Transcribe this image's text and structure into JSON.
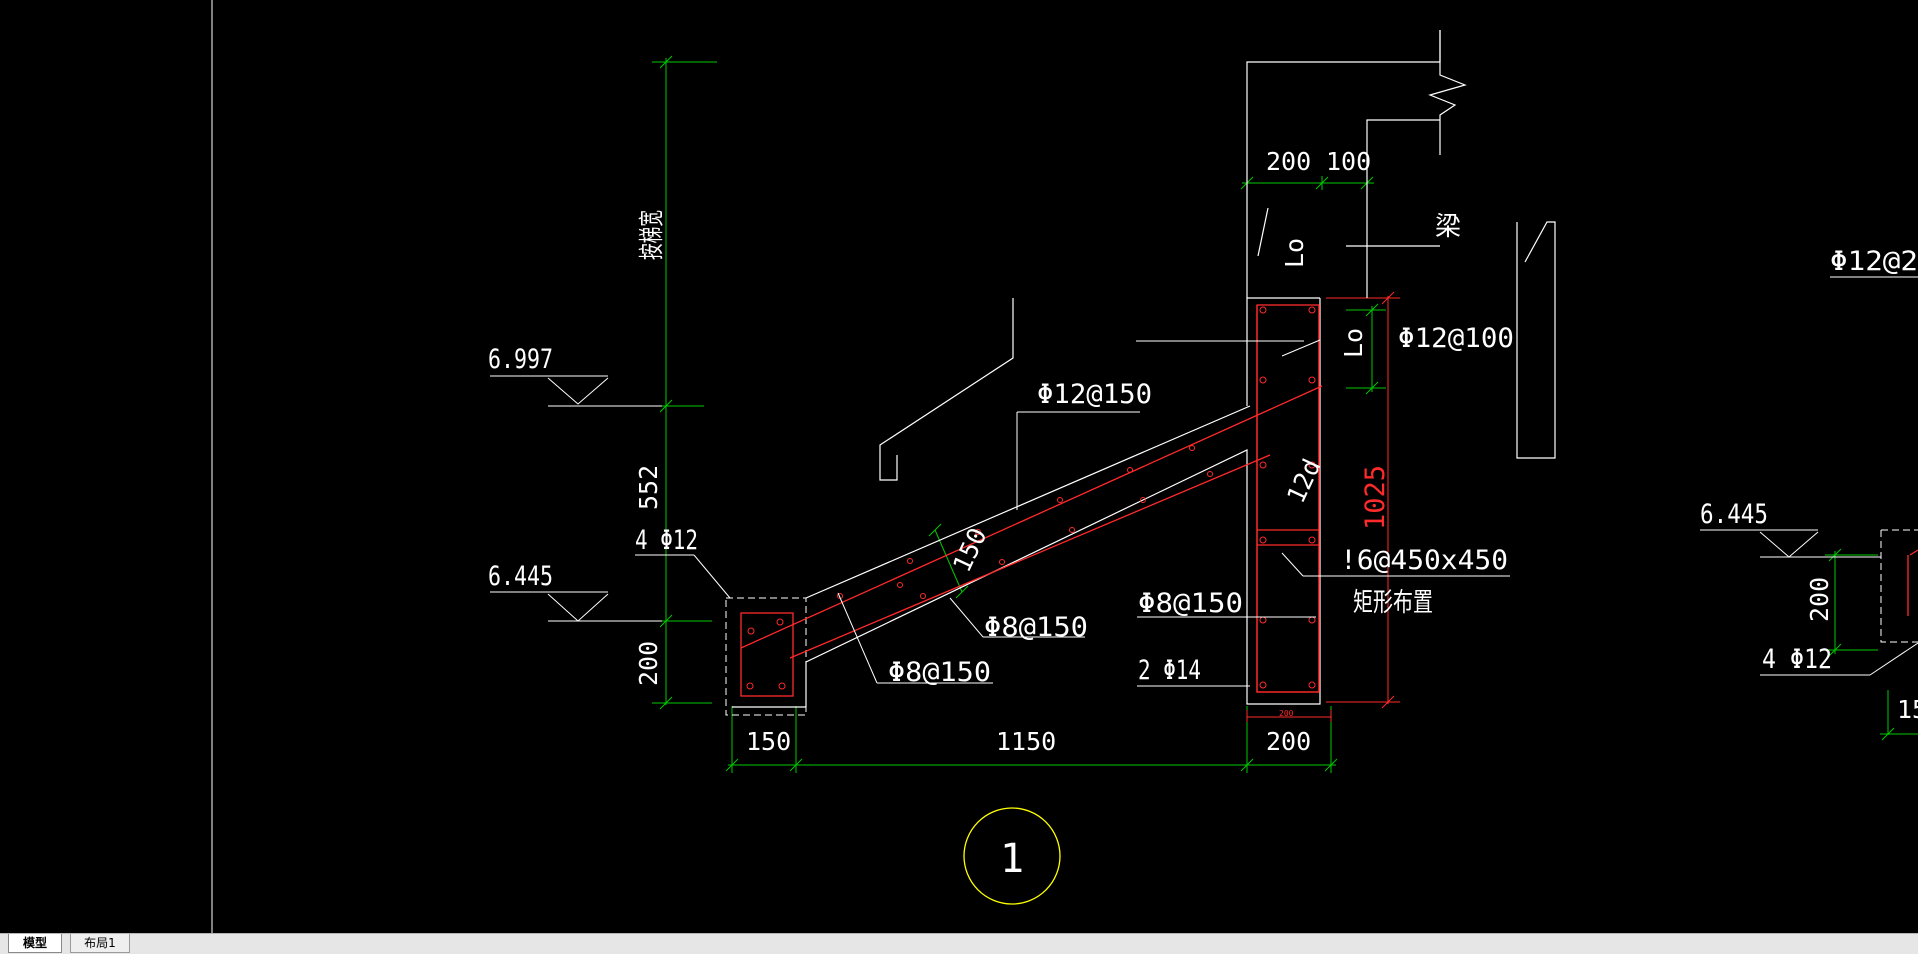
{
  "colors": {
    "background": "#000000",
    "white": "#ffffff",
    "green": "#00c800",
    "red": "#ff2a2a",
    "yellow": "#ffff00"
  },
  "labels": {
    "elev_top": "6.997",
    "elev_mid": "6.445",
    "elev_right": "6.445",
    "vtext_top": "按梯宽",
    "dim_552": "552",
    "dim_200_left": "200",
    "bar_4phi12_left": "4 Φ12",
    "bar_4phi12_right": "4 Φ12",
    "bar_phi12_150": "Φ12@150",
    "bar_phi8_150_a": "Φ8@150",
    "bar_phi8_150_b": "Φ8@150",
    "bar_phi8_150_c": "Φ8@150",
    "bar_2phi14": "2 Φ14",
    "bar_phi12_100": "Φ12@100",
    "bar_phi12_right_partial": "Φ12@2",
    "tie_6_450": "!6@450x450",
    "tie_layout": "矩形布置",
    "beam": "梁",
    "lo_top": "Lo",
    "lo_mid": "Lo",
    "dim_200_top": "200",
    "dim_100_top": "100",
    "dim_150_slab": "150",
    "dim_12d": "12d",
    "dim_1025": "1025",
    "dim_200_small": "200",
    "dim_150_bottom": "150",
    "dim_1150": "1150",
    "dim_200_bottom": "200",
    "dim_200_right": "200",
    "dim_15_right_partial": "15",
    "section_number": "1"
  },
  "tabs": [
    {
      "label": "模型",
      "active": true
    },
    {
      "label": "布局1",
      "active": false
    }
  ]
}
